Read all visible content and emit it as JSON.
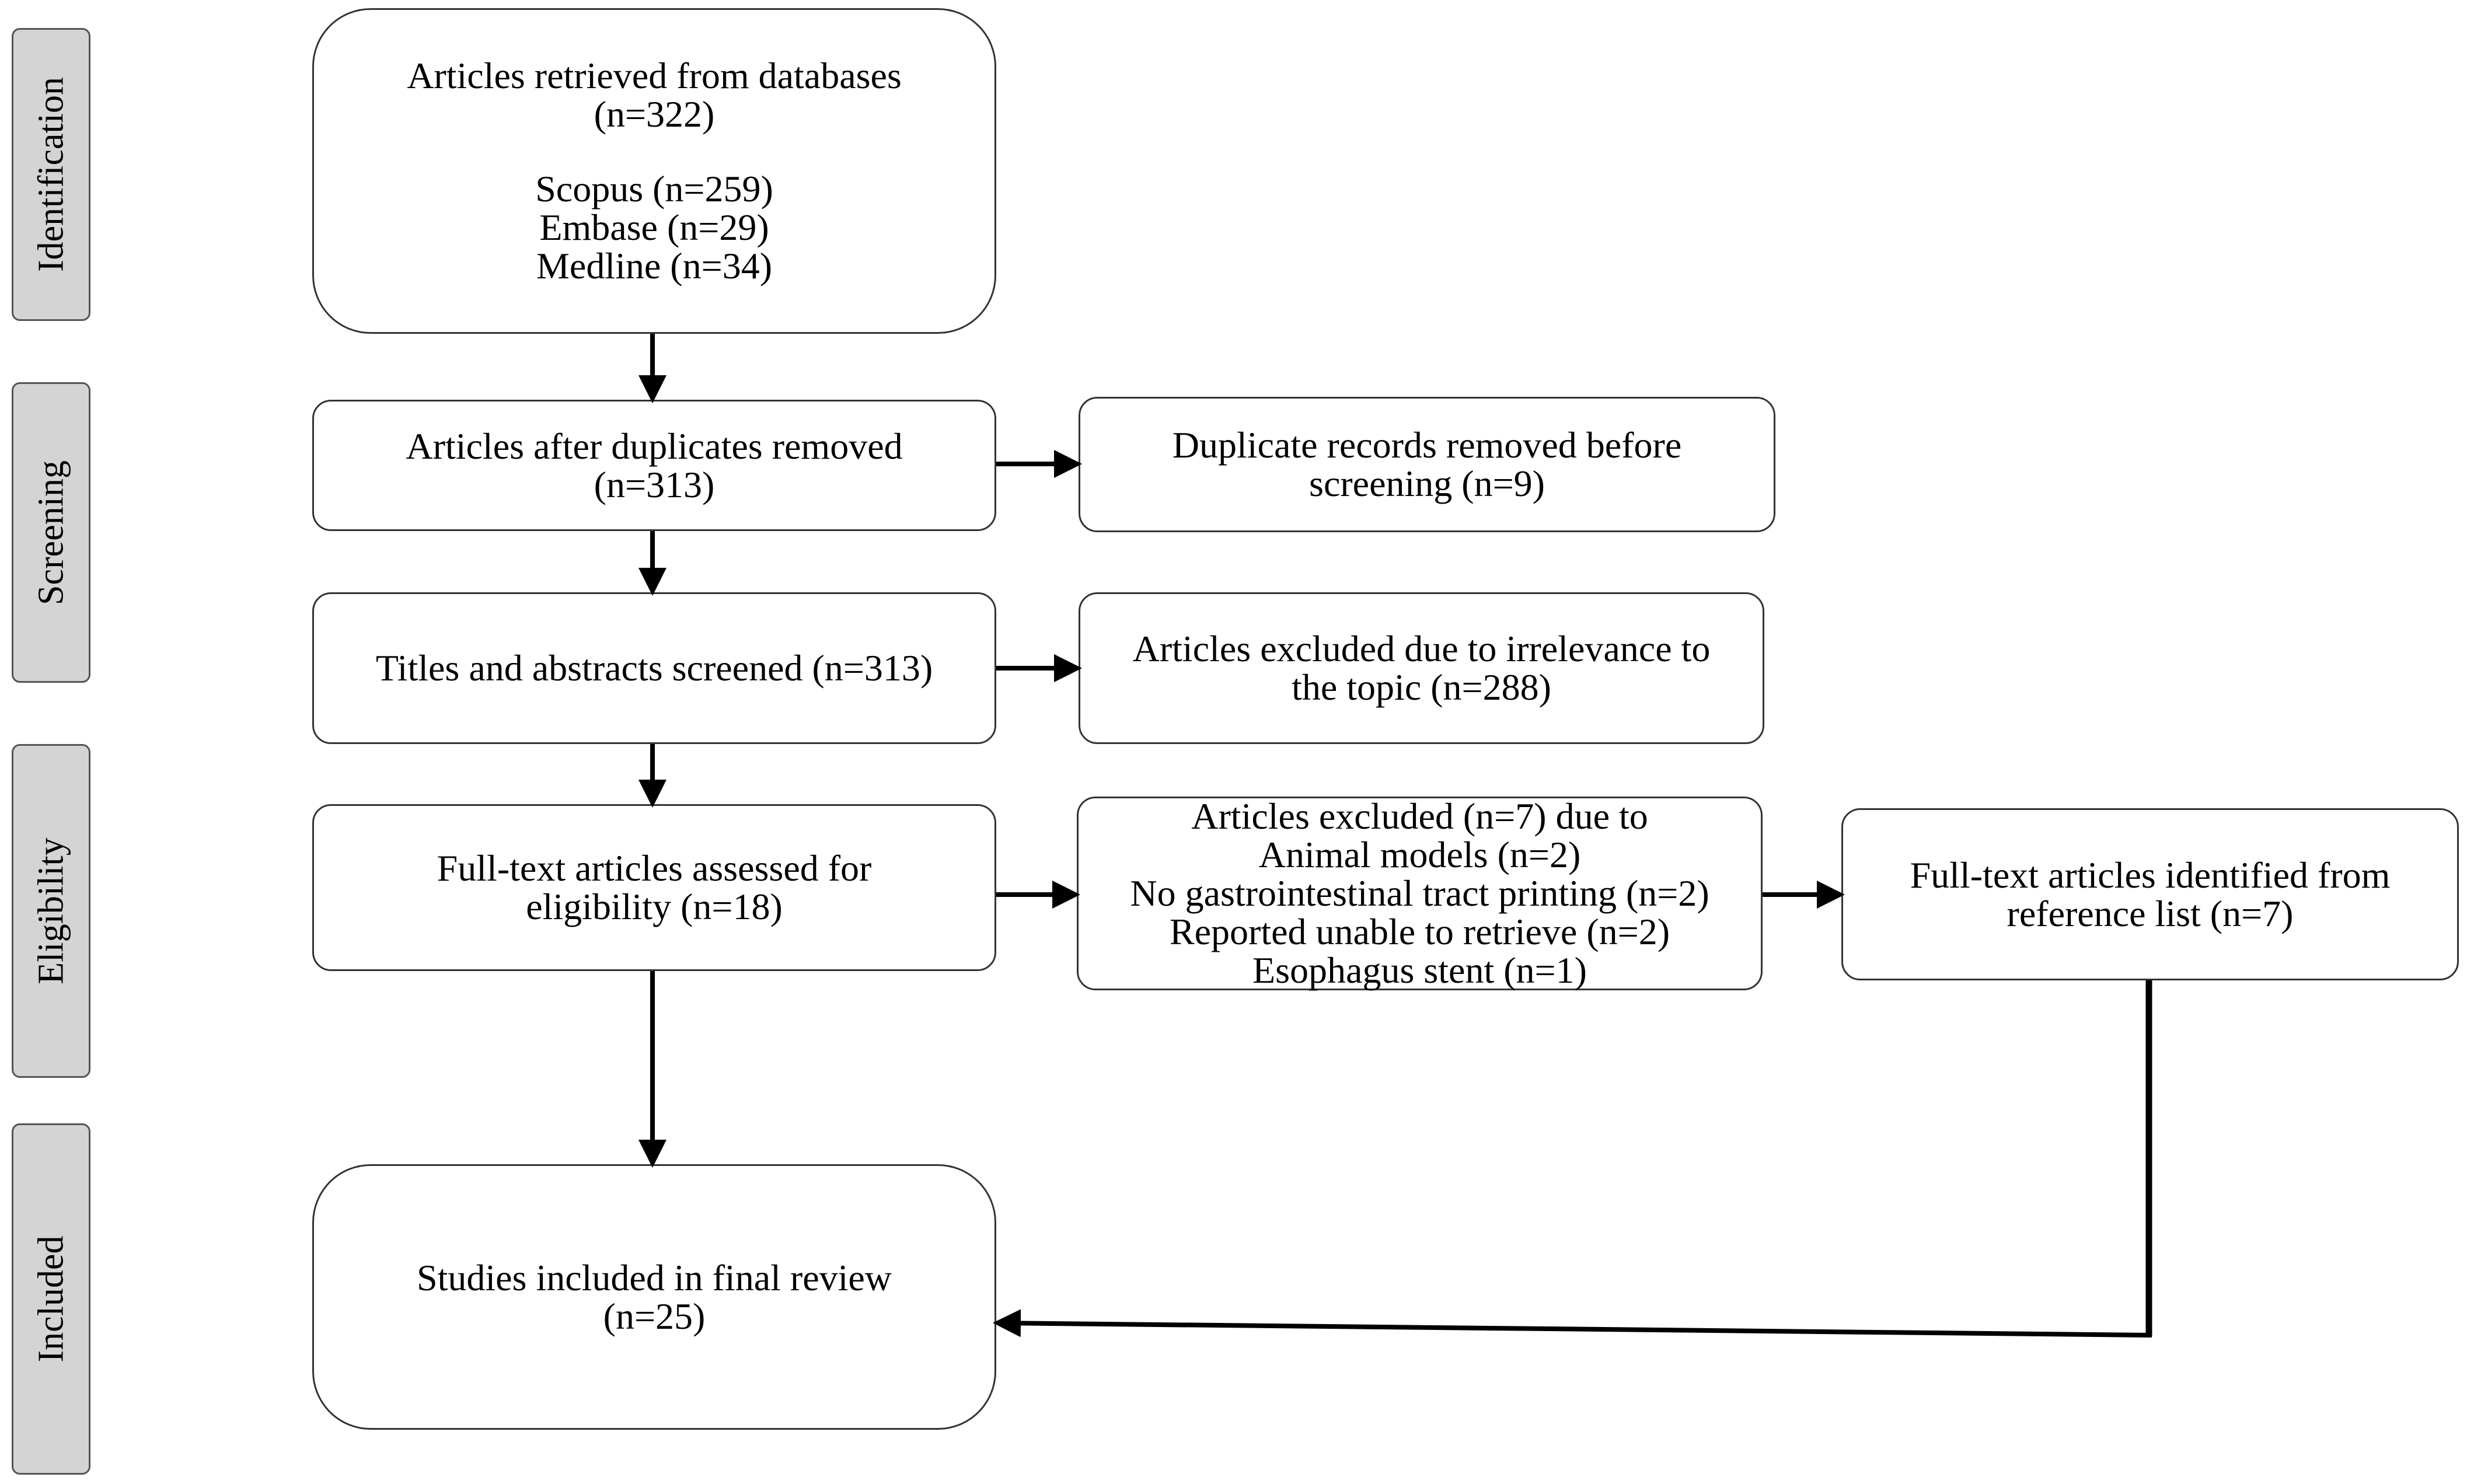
{
  "stages": {
    "identification": "Identification",
    "screening": "Screening",
    "eligibility": "Eligibility",
    "included": "Included"
  },
  "boxes": {
    "retrieved": {
      "line1": "Articles retrieved from databases",
      "line2": "(n=322)",
      "sources": [
        "Scopus (n=259)",
        "Embase (n=29)",
        "Medline (n=34)"
      ]
    },
    "after_duplicates": {
      "line1": "Articles after duplicates removed",
      "line2": "(n=313)"
    },
    "duplicates_removed": {
      "line1": "Duplicate records removed before",
      "line2": "screening (n=9)"
    },
    "screened": {
      "line1": "Titles and abstracts screened (n=313)"
    },
    "excluded_irrelevant": {
      "line1": "Articles excluded due to irrelevance to",
      "line2": "the topic (n=288)"
    },
    "full_text": {
      "line1": "Full-text articles assessed for",
      "line2": "eligibility (n=18)"
    },
    "excluded_reasons": {
      "line1": "Articles excluded (n=7) due to",
      "reasons": [
        "Animal models (n=2)",
        "No gastrointestinal tract printing (n=2)",
        "Reported unable to retrieve (n=2)",
        "Esophagus stent (n=1)"
      ]
    },
    "reference_list": {
      "line1": "Full-text articles identified from",
      "line2": "reference list (n=7)"
    },
    "included": {
      "line1": "Studies included in final review",
      "line2": "(n=25)"
    }
  },
  "colors": {
    "stage_fill": "#d4d4d4",
    "stage_border": "#555555",
    "box_border": "#333333",
    "arrow": "#000000"
  }
}
